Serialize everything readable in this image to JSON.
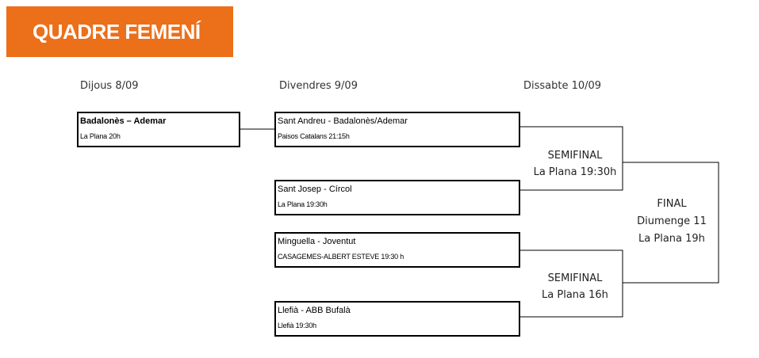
{
  "header": {
    "title": "QUADRE FEMENÍ"
  },
  "days": [
    "Dijous 8/09",
    "Divendres 9/09",
    "Dissabte 10/09"
  ],
  "matches": [
    {
      "teams": "Badalonès – Ademar",
      "venue": "La Plana 20h"
    },
    {
      "teams": "Sant Andreu - Badalonès/Ademar",
      "venue": "Paisos Catalans 21:15h"
    },
    {
      "teams": "Sant Josep - Círcol",
      "venue": "La Plana 19:30h"
    },
    {
      "teams": "Minguella - Joventut",
      "venue": "CASAGEMES-ALBERT ESTEVE 19:30 h"
    },
    {
      "teams": "Llefià - ABB Bufalà",
      "venue": "Llefià 19:30h"
    }
  ],
  "semifinals": [
    {
      "title": "SEMIFINAL",
      "venue": "La Plana 19:30h"
    },
    {
      "title": "SEMIFINAL",
      "venue": "La Plana 16h"
    }
  ],
  "final": {
    "title": "FINAL",
    "date": "Diumenge 11",
    "venue": "La Plana 19h"
  },
  "colors": {
    "banner": "#ec6f1a",
    "banner_text": "#ffffff",
    "lines": "#000000"
  }
}
